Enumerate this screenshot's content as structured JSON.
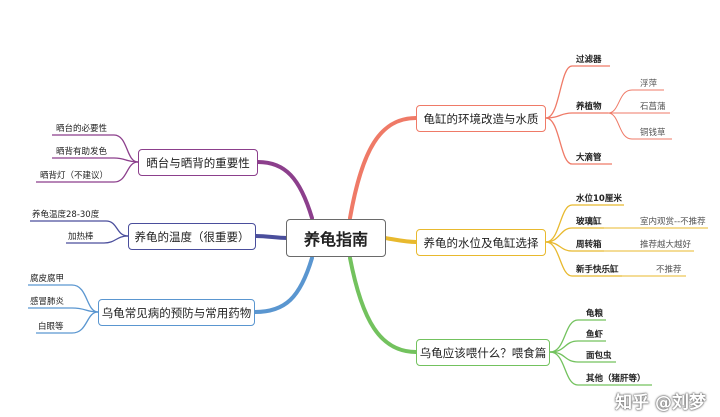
{
  "center": "养龟指南",
  "right": {
    "env": {
      "title": "龟缸的环境改造与水质",
      "filter": "过滤器",
      "plants": "养植物",
      "plant_items": [
        "浮萍",
        "石菖蒲",
        "铜钱草"
      ],
      "drip": "大滴管"
    },
    "water": {
      "title": "养龟的水位及龟缸选择",
      "level": "水位10厘米",
      "glass": "玻璃缸",
      "glass_note": "室内观赏--不推荐",
      "turnover": "周转箱",
      "turnover_note": "推荐越大越好",
      "starter": "新手快乐缸",
      "starter_note": "不推荐"
    },
    "food": {
      "title": "乌龟应该喂什么？喂食篇",
      "items": [
        "龟粮",
        "鱼虾",
        "面包虫",
        "其他（猪肝等）"
      ]
    }
  },
  "left": {
    "bask": {
      "title": "晒台与晒背的重要性",
      "items": [
        "晒台的必要性",
        "晒背有助发色",
        "晒背灯（不建议）"
      ]
    },
    "temp": {
      "title": "养龟的温度（很重要）",
      "items": [
        "养龟温度28-30度",
        "加热棒"
      ]
    },
    "disease": {
      "title": "乌龟常见病的预防与常用药物",
      "items": [
        "腐皮腐甲",
        "感冒肺炎",
        "白眼等"
      ]
    }
  },
  "watermark": "知乎 @刘梦",
  "colors": {
    "env": "#ef7a67",
    "water": "#e8b92e",
    "food": "#73c25e",
    "bask": "#8c3f8c",
    "temp": "#4a4e9c",
    "disease": "#5a96d0"
  }
}
